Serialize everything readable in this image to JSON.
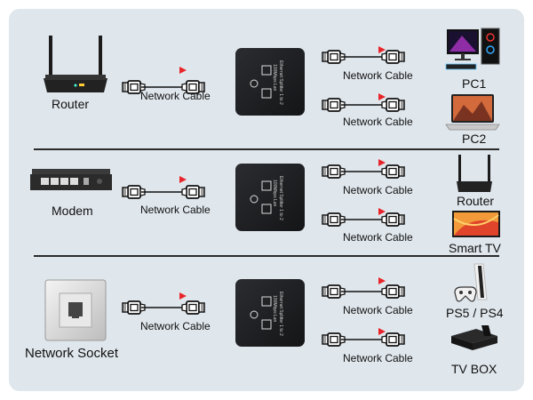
{
  "labels": {
    "network_cable": "Network Cable",
    "splitter_name": "Ethernet Splitter 1 to 2",
    "splitter_speed": "100Mbps Lan"
  },
  "rows": [
    {
      "source": "Router",
      "outputs": [
        "PC1",
        "PC2"
      ]
    },
    {
      "source": "Modem",
      "outputs": [
        "Router",
        "Smart TV"
      ]
    },
    {
      "source": "Network Socket",
      "outputs": [
        "PS5 / PS4",
        "TV BOX"
      ]
    }
  ],
  "colors": {
    "background": "#dfe6ec",
    "arrow_start": "#f7c65a",
    "arrow_end": "#e8252a",
    "splitter": "#1e1f22"
  },
  "icons": [
    "router-icon",
    "modem-icon",
    "wall-socket-icon",
    "pc-icon",
    "laptop-icon",
    "tv-icon",
    "console-icon",
    "tv-box-icon",
    "ethernet-plug-icon",
    "splitter-icon"
  ]
}
